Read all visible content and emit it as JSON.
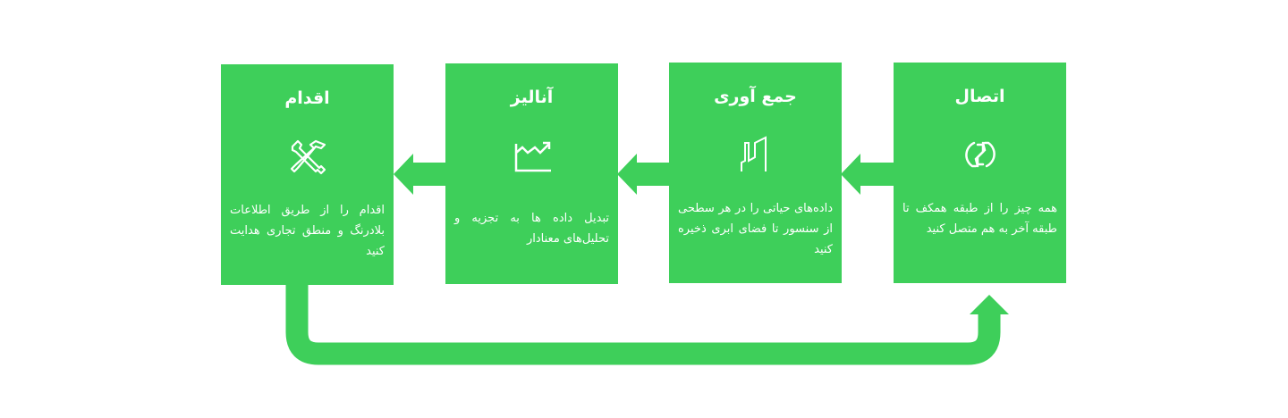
{
  "accent_color": "#3ecf5a",
  "steps": [
    {
      "title": "اتصال",
      "icon": "connection-icon",
      "description": "همه چیز را از طبقه همکف تا طبقه آخر به هم متصل کنید"
    },
    {
      "title": "جمع آوری",
      "icon": "factory-icon",
      "description": "داده‌های حیاتی را در هر سطحی از سنسور تا فضای ابری ذخیره کنید"
    },
    {
      "title": "آنالیز",
      "icon": "chart-trend-icon",
      "description": "تبدیل داده ها به تجزیه و تحلیل‌های معنادار"
    },
    {
      "title": "اقدام",
      "icon": "tools-icon",
      "description": "اقدام را از طریق اطلاعات بلادرنگ و منطق تجاری هدایت کنید"
    }
  ]
}
